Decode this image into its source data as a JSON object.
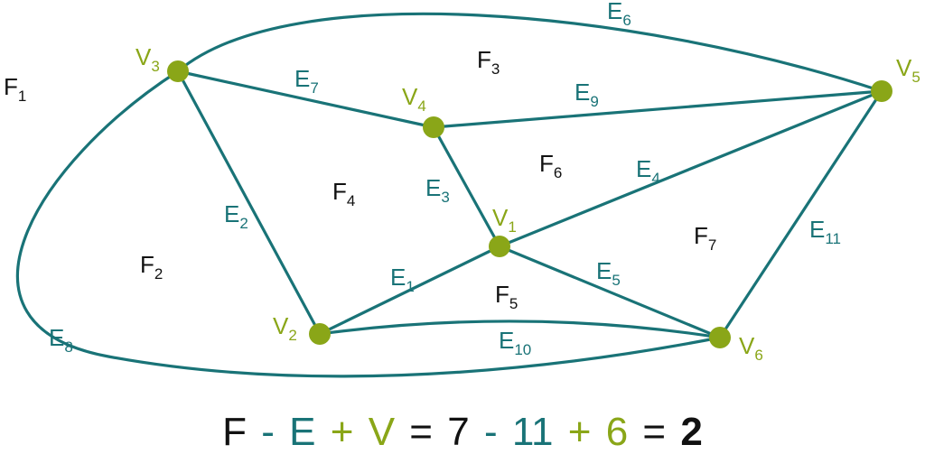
{
  "colors": {
    "edge": "#197377",
    "vertex": "#8aa618",
    "face": "#111111",
    "formula_black": "#111111"
  },
  "vertices": [
    {
      "id": "v1",
      "base": "V",
      "sub": "1"
    },
    {
      "id": "v2",
      "base": "V",
      "sub": "2"
    },
    {
      "id": "v3",
      "base": "V",
      "sub": "3"
    },
    {
      "id": "v4",
      "base": "V",
      "sub": "4"
    },
    {
      "id": "v5",
      "base": "V",
      "sub": "5"
    },
    {
      "id": "v6",
      "base": "V",
      "sub": "6"
    }
  ],
  "edges": [
    {
      "id": "e1",
      "base": "E",
      "sub": "1",
      "from": "v2",
      "to": "v1"
    },
    {
      "id": "e2",
      "base": "E",
      "sub": "2",
      "from": "v3",
      "to": "v2"
    },
    {
      "id": "e3",
      "base": "E",
      "sub": "3",
      "from": "v4",
      "to": "v1"
    },
    {
      "id": "e4",
      "base": "E",
      "sub": "4",
      "from": "v1",
      "to": "v5"
    },
    {
      "id": "e5",
      "base": "E",
      "sub": "5",
      "from": "v1",
      "to": "v6"
    },
    {
      "id": "e6",
      "base": "E",
      "sub": "6",
      "from": "v3",
      "to": "v5"
    },
    {
      "id": "e7",
      "base": "E",
      "sub": "7",
      "from": "v3",
      "to": "v4"
    },
    {
      "id": "e8",
      "base": "E",
      "sub": "8",
      "from": "v3",
      "to": "v6"
    },
    {
      "id": "e9",
      "base": "E",
      "sub": "9",
      "from": "v4",
      "to": "v5"
    },
    {
      "id": "e10",
      "base": "E",
      "sub": "10",
      "from": "v2",
      "to": "v6"
    },
    {
      "id": "e11",
      "base": "E",
      "sub": "11",
      "from": "v6",
      "to": "v5"
    }
  ],
  "faces": [
    {
      "id": "f1",
      "base": "F",
      "sub": "1"
    },
    {
      "id": "f2",
      "base": "F",
      "sub": "2"
    },
    {
      "id": "f3",
      "base": "F",
      "sub": "3"
    },
    {
      "id": "f4",
      "base": "F",
      "sub": "4"
    },
    {
      "id": "f5",
      "base": "F",
      "sub": "5"
    },
    {
      "id": "f6",
      "base": "F",
      "sub": "6"
    },
    {
      "id": "f7",
      "base": "F",
      "sub": "7"
    }
  ],
  "formula": {
    "f": "F",
    "minus1": "-",
    "e": "E",
    "plus": "+",
    "v": "V",
    "eq1": "=",
    "f_count": "7",
    "minus2": "-",
    "e_count": "11",
    "plus2": "+",
    "v_count": "6",
    "eq2": "=",
    "result": "2"
  }
}
